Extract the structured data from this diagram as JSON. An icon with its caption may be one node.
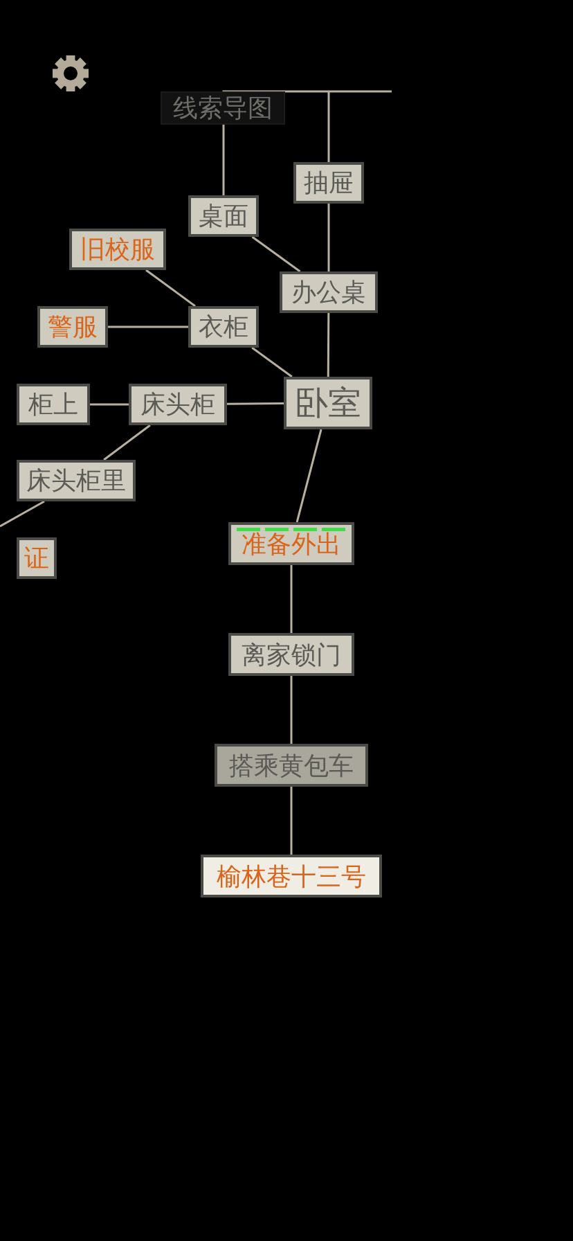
{
  "diagram": {
    "nodes": [
      {
        "text": [
          "线索导图"
        ]
      },
      {
        "text": [
          "抽屉"
        ]
      },
      {
        "text": [
          "桌面"
        ]
      },
      {
        "text": [
          "旧校服"
        ]
      },
      {
        "text": [
          "办公桌"
        ]
      },
      {
        "text": [
          "警服"
        ]
      },
      {
        "text": [
          "衣柜"
        ]
      },
      {
        "text": [
          "卧室"
        ]
      },
      {
        "text": [
          "柜上"
        ]
      },
      {
        "text": [
          "床头柜"
        ]
      },
      {
        "text": [
          "床头柜里"
        ]
      },
      {
        "text": [
          "证"
        ]
      },
      {
        "text": [
          "准备外出"
        ]
      },
      {
        "text": [
          "离家锁门"
        ]
      },
      {
        "text": [
          "搭乘黄包车"
        ]
      },
      {
        "text": [
          "榆林巷十三号"
        ]
      }
    ],
    "edges": [
      {
        "from": null,
        "to": 2,
        "arrow": "none"
      },
      {
        "from": null,
        "to": 1,
        "arrow": "none"
      },
      {
        "from": 1,
        "to": 4,
        "arrow": "none"
      },
      {
        "from": 2,
        "to": 4,
        "arrow": "none"
      },
      {
        "from": 4,
        "to": 7,
        "arrow": "none"
      },
      {
        "from": 3,
        "to": 6,
        "arrow": "none"
      },
      {
        "from": 5,
        "to": 6,
        "arrow": "none"
      },
      {
        "from": 6,
        "to": 7,
        "arrow": "none"
      },
      {
        "from": 8,
        "to": 9,
        "arrow": "none"
      },
      {
        "from": 9,
        "to": 7,
        "arrow": "none"
      },
      {
        "from": 9,
        "to": 10,
        "arrow": "none"
      },
      {
        "from": 10,
        "to": null,
        "arrow": "none"
      },
      {
        "from": 7,
        "to": 12,
        "arrow": "none"
      },
      {
        "from": 12,
        "to": 13,
        "arrow": "none"
      },
      {
        "from": 13,
        "to": 14,
        "arrow": "none"
      },
      {
        "from": 14,
        "to": 15,
        "arrow": "none"
      }
    ]
  }
}
